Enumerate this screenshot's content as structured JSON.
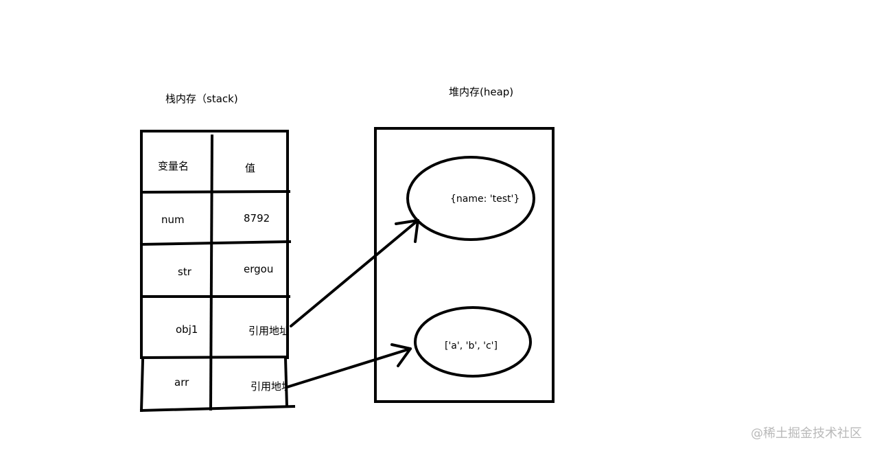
{
  "stack": {
    "title": "栈内存（stack)",
    "header": {
      "name": "变量名",
      "value": "值"
    },
    "rows": [
      {
        "name": "num",
        "value": "8792"
      },
      {
        "name": "str",
        "value": "ergou"
      },
      {
        "name": "obj1",
        "value": "引用地址"
      },
      {
        "name": "arr",
        "value": "引用地址"
      }
    ]
  },
  "heap": {
    "title": "堆内存(heap)",
    "objects": [
      {
        "label": "{name: 'test'}"
      },
      {
        "label": "['a', 'b', 'c']"
      }
    ]
  },
  "watermark": "@稀土掘金技术社区"
}
